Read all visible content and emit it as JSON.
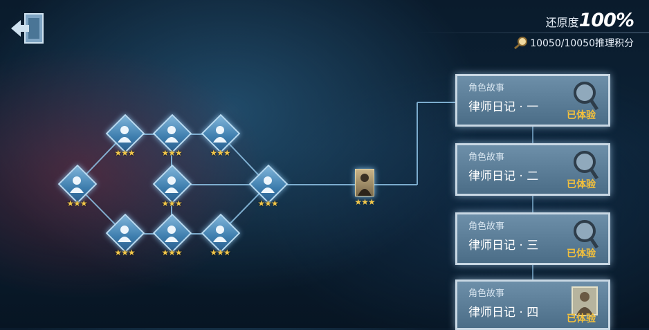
{
  "header": {
    "restore_label": "还原度",
    "restore_value": "100%",
    "score_text": "10050/10050推理积分"
  },
  "icons": {
    "exit": "exit-door-icon",
    "magnifier": "magnifier-icon",
    "node": "bust-silhouette-icon"
  },
  "colors": {
    "accent_gold": "#f5c13a",
    "node_blue": "#4f8fc1",
    "card_bg": "#5b7d98"
  },
  "skill_tree": {
    "nodes": [
      {
        "id": "n0",
        "stars": "★★★"
      },
      {
        "id": "n1",
        "stars": "★★★"
      },
      {
        "id": "n2",
        "stars": "★★★"
      },
      {
        "id": "n3",
        "stars": "★★★"
      },
      {
        "id": "n4",
        "stars": "★★★"
      },
      {
        "id": "n5",
        "stars": "★★★"
      },
      {
        "id": "n6",
        "stars": "★★★"
      },
      {
        "id": "n7",
        "stars": "★★★"
      },
      {
        "id": "n8",
        "stars": "★★★"
      }
    ],
    "portrait_stars": "★★★"
  },
  "stories": [
    {
      "category": "角色故事",
      "title": "律师日记 · 一",
      "status": "已体验"
    },
    {
      "category": "角色故事",
      "title": "律师日记 · 二",
      "status": "已体验"
    },
    {
      "category": "角色故事",
      "title": "律师日记 · 三",
      "status": "已体验"
    },
    {
      "category": "角色故事",
      "title": "律师日记 · 四",
      "status": "已体验"
    }
  ]
}
